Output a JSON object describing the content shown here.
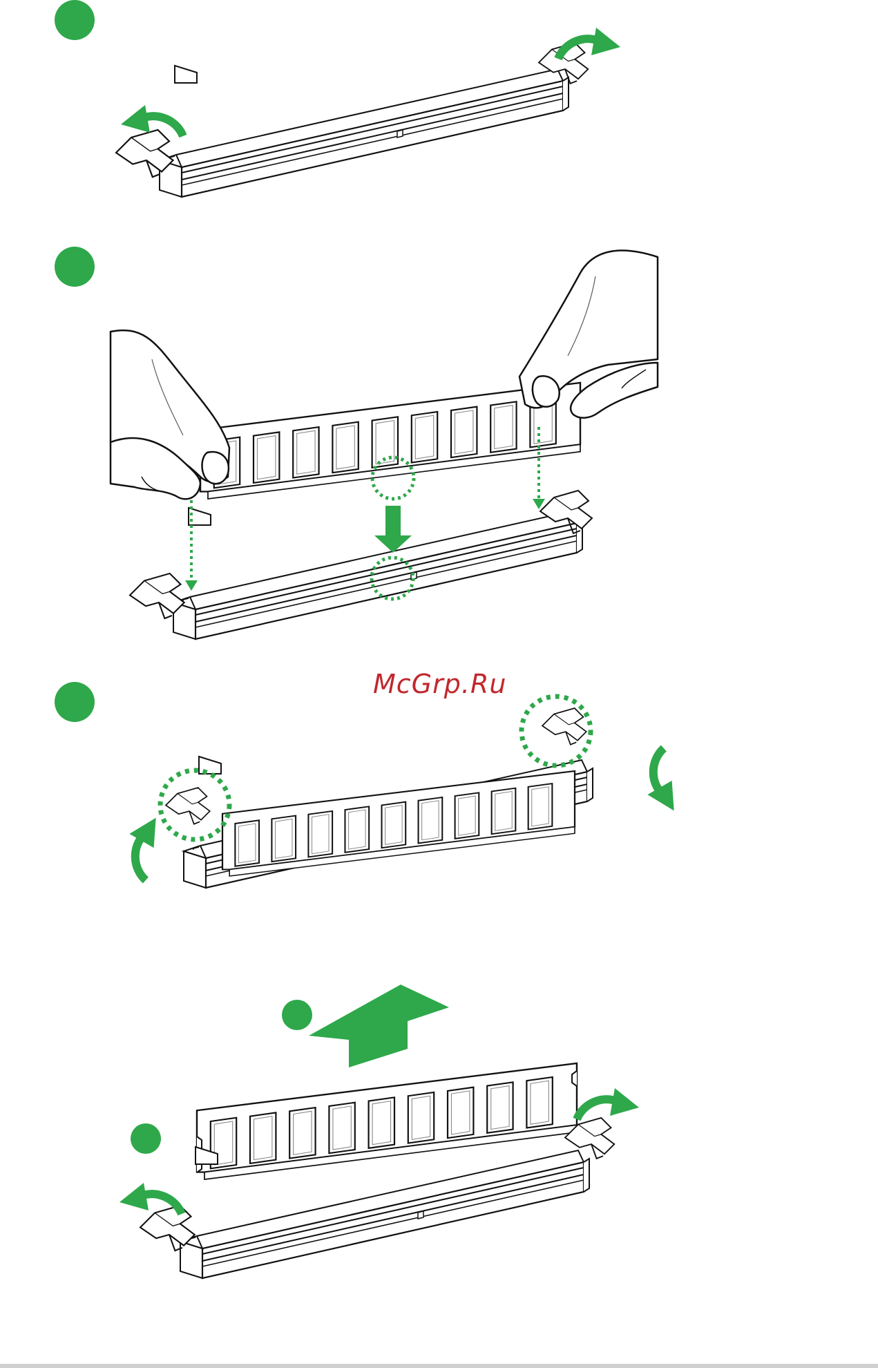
{
  "watermark": {
    "text": "McGrp.Ru"
  },
  "colors": {
    "accent": "#2ea84a",
    "line": "#1a1a1a",
    "watermark": "#c0282d"
  },
  "steps": [
    {
      "id": "step-1",
      "action": "unlock-retaining-clips"
    },
    {
      "id": "step-2",
      "action": "align-and-insert-module"
    },
    {
      "id": "step-3",
      "action": "retaining-clips-lock"
    },
    {
      "id": "removal",
      "action": "unlock-clips-and-lift-module"
    }
  ],
  "icons": [
    "step-marker-icon",
    "curved-arrow-icon",
    "down-arrow-icon",
    "up-arrow-icon",
    "dotted-circle-icon",
    "hand-icon"
  ]
}
